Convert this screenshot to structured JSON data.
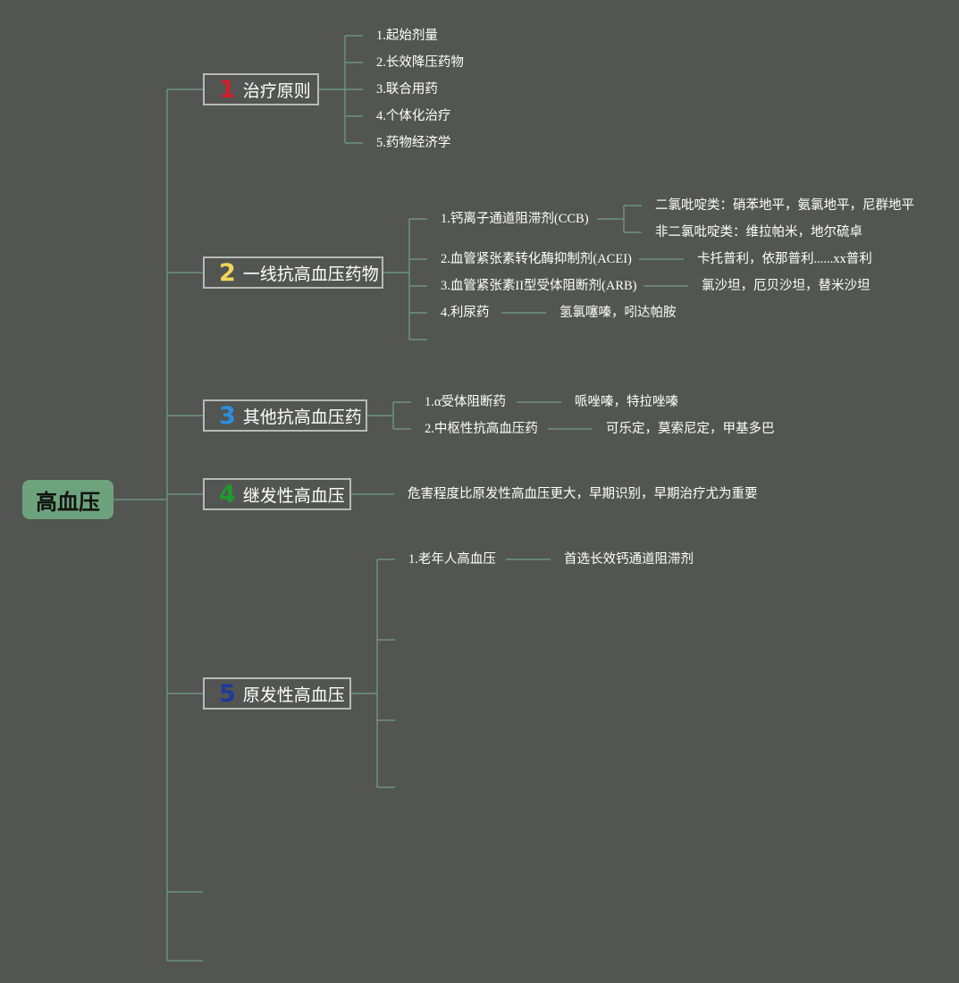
{
  "root": {
    "label": "高血压",
    "color": "#6da37c"
  },
  "branches": [
    {
      "number": "1",
      "number_color": "#d0202a",
      "label": "治疗原则",
      "items": [
        "1.起始剂量",
        "2.长效降压药物",
        "3.联合用药",
        "4.个体化治疗",
        "5.药物经济学"
      ]
    },
    {
      "number": "2",
      "number_color": "#f2d55a",
      "label": "一线抗高血压药物",
      "items": [
        {
          "label": "1.钙离子通道阻滞剂(CCB)",
          "sub": [
            "二氯吡啶类：硝苯地平，氨氯地平，尼群地平",
            "非二氯吡啶类：维拉帕米，地尔硫卓"
          ]
        },
        {
          "label": "2.血管紧张素转化酶抑制剂(ACEI)",
          "detail": "卡托普利，依那普利......xx普利"
        },
        {
          "label": "3.血管紧张素II型受体阻断剂(ARB)",
          "detail": "氯沙坦，厄贝沙坦，替米沙坦"
        },
        {
          "label": "4.利尿药",
          "detail": "氢氯噻嗪，吲达帕胺"
        }
      ]
    },
    {
      "number": "3",
      "number_color": "#2a8fe0",
      "label": "其他抗高血压药",
      "items": [
        {
          "label": "1.α受体阻断药",
          "detail": "哌唑嗪，特拉唑嗪"
        },
        {
          "label": "2.中枢性抗高血压药",
          "detail": "可乐定，莫索尼定，甲基多巴"
        }
      ]
    },
    {
      "number": "4",
      "number_color": "#1f9a2e",
      "label": "继发性高血压",
      "detail": "危害程度比原发性高血压更大，早期识别，早期治疗尤为重要"
    },
    {
      "number": "5",
      "number_color": "#1e3a9a",
      "label": "原发性高血压",
      "items": [
        {
          "label": "1.老年人高血压",
          "detail": "首选长效钙通道阻滞剂"
        }
      ]
    }
  ],
  "colors": {
    "background": "#535552",
    "connector": "#6fa08c",
    "box_border": "#b8bab7"
  }
}
